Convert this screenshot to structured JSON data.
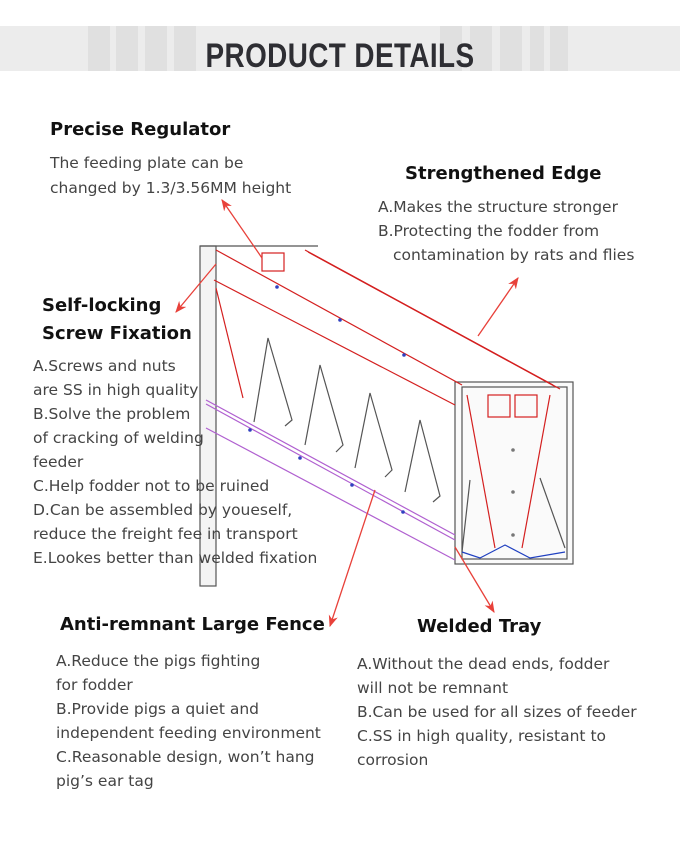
{
  "header": {
    "title": "PRODUCT DETAILS",
    "ghost_title": "PRODUCT DETAILS"
  },
  "features": {
    "regulator": {
      "title": "Precise Regulator",
      "lines": [
        "The feeding plate can be",
        "changed by 1.3/3.56MM height"
      ]
    },
    "edge": {
      "title": "Strengthened Edge",
      "lines": [
        "A.Makes the structure stronger",
        "B.Protecting the fodder from",
        "contamination by rats and flies"
      ]
    },
    "screw": {
      "title_lines": [
        "Self-locking",
        "Screw Fixation"
      ],
      "lines": [
        "A.Screws and nuts",
        "are SS in high quality",
        "B.Solve the problem",
        "of cracking of welding",
        "feeder",
        "C.Help fodder not to be ruined",
        "D.Can be assembled by youeself,",
        "reduce the freight fee in transport",
        "E.Lookes better than welded fixation"
      ]
    },
    "fence": {
      "title": "Anti-remnant Large Fence",
      "lines": [
        "A.Reduce the pigs fighting",
        "for fodder",
        "B.Provide pigs a quiet and",
        "independent feeding environment",
        "C.Reasonable design, won’t hang",
        "pig’s ear tag"
      ]
    },
    "tray": {
      "title": "Welded Tray",
      "lines": [
        "A.Without the dead ends, fodder",
        "will not be remnant",
        "B.Can be used for all sizes of feeder",
        "C.SS in high quality, resistant to",
        "corrosion"
      ]
    }
  },
  "colors": {
    "arrow": "#e8413a",
    "outline": "#555555",
    "accent_red": "#d42020",
    "purple": "#b060d0"
  }
}
